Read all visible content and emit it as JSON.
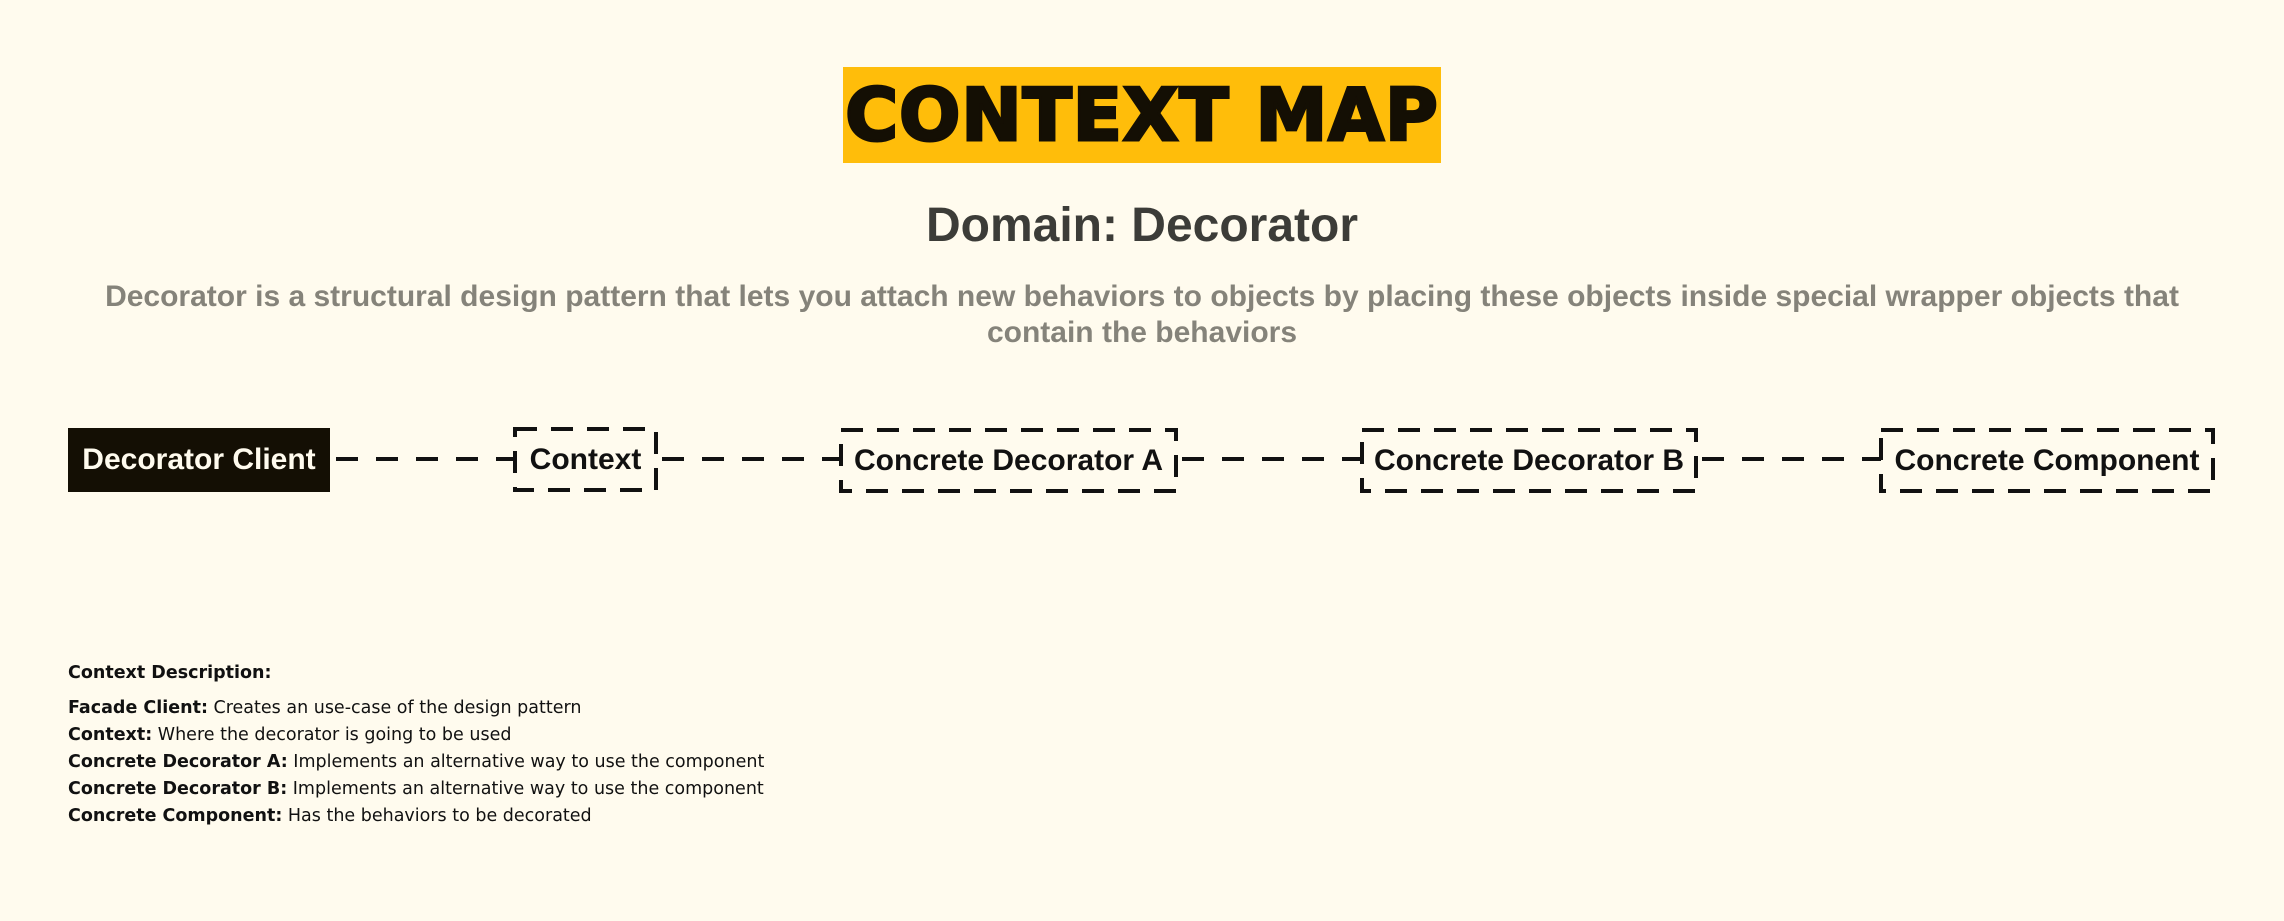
{
  "title": "CONTEXT MAP",
  "subtitle": "Domain: Decorator",
  "description": "Decorator is a structural design pattern that lets you attach new behaviors to objects by placing these objects inside special wrapper objects that contain the behaviors",
  "nodes": [
    {
      "label": "Decorator Client",
      "style": "solid"
    },
    {
      "label": "Context",
      "style": "dashed"
    },
    {
      "label": "Concrete Decorator A",
      "style": "dashed"
    },
    {
      "label": "Concrete Decorator B",
      "style": "dashed"
    },
    {
      "label": "Concrete Component",
      "style": "dashed"
    }
  ],
  "connections": [
    {
      "from": "Decorator Client",
      "to": "Context",
      "style": "dashed"
    },
    {
      "from": "Context",
      "to": "Concrete Decorator A",
      "style": "dashed"
    },
    {
      "from": "Concrete Decorator A",
      "to": "Concrete Decorator B",
      "style": "dashed"
    },
    {
      "from": "Concrete Decorator B",
      "to": "Concrete Component",
      "style": "dashed"
    }
  ],
  "legend": {
    "title": "Context Description:",
    "items": [
      {
        "term": "Facade Client:",
        "text": " Creates an use-case of the design pattern"
      },
      {
        "term": "Context:",
        "text": " Where the decorator is going to be used"
      },
      {
        "term": "Concrete Decorator A:",
        "text": " Implements an alternative way to use the component"
      },
      {
        "term": "Concrete Decorator B:",
        "text": " Implements an alternative way to use the component"
      },
      {
        "term": "Concrete Component:",
        "text": " Has the behaviors to be decorated"
      }
    ]
  },
  "colors": {
    "background": "#fffbee",
    "title_highlight": "#ffbd0a",
    "dark_node": "#140f04",
    "subtitle": "#3c3c38",
    "description": "#85837a"
  }
}
